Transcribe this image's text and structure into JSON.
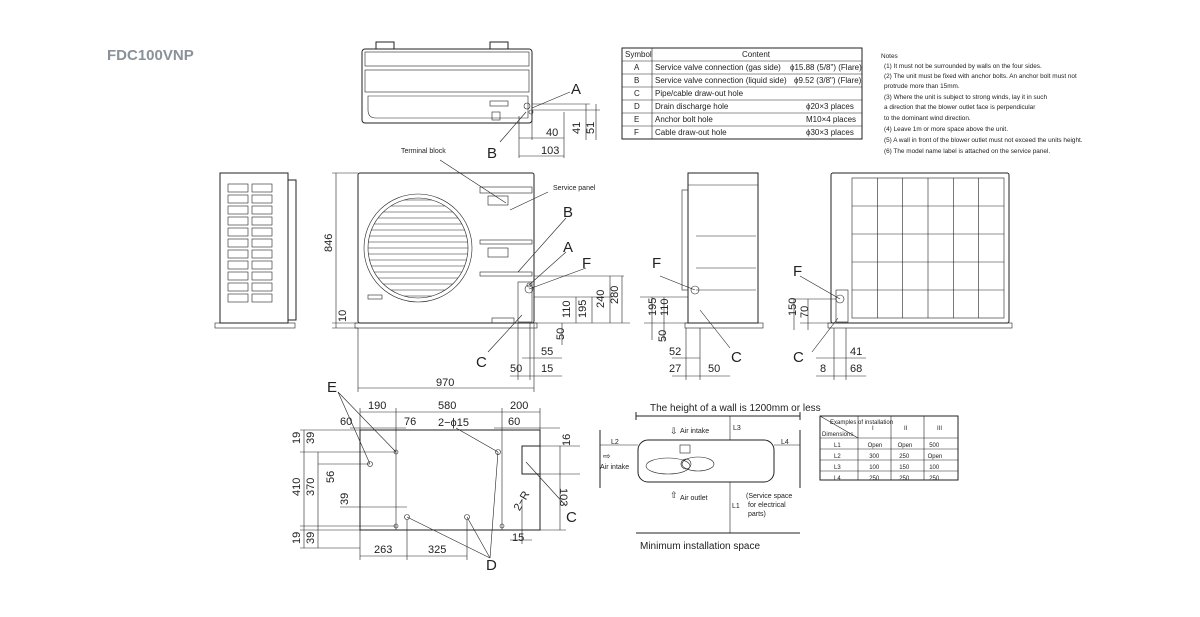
{
  "model": "FDC100VNP",
  "spec_table": {
    "headers": [
      "Symbol",
      "Content"
    ],
    "rows": [
      {
        "symbol": "A",
        "content": "Service valve connection (gas side)",
        "value": "ϕ15.88 (5/8\") (Flare)"
      },
      {
        "symbol": "B",
        "content": "Service valve connection (liquid side)",
        "value": "ϕ9.52 (3/8\") (Flare)"
      },
      {
        "symbol": "C",
        "content": "Pipe/cable draw-out hole",
        "value": ""
      },
      {
        "symbol": "D",
        "content": "Drain discharge hole",
        "value": "ϕ20×3 places"
      },
      {
        "symbol": "E",
        "content": "Anchor bolt hole",
        "value": "M10×4 places"
      },
      {
        "symbol": "F",
        "content": "Cable draw-out hole",
        "value": "ϕ30×3 places"
      }
    ]
  },
  "notes": {
    "title": "Notes",
    "lines": [
      "(1)  It must not be surrounded by walls on the four sides.",
      "(2)  The unit must be fixed with anchor bolts. An anchor bolt must not",
      "       protrude more than 15mm.",
      "(3)  Where the unit is subject to strong winds, lay it in such",
      "       a direction that the blower outlet face is perpendicular",
      "       to the dominant wind direction.",
      "(4)  Leave 1m or more space above the unit.",
      "(5)  A wall in front of the blower outlet must not exceed the units height.",
      "(6)  The model name label is attached on the service panel."
    ]
  },
  "labels": {
    "terminal_block": "Terminal block",
    "service_panel": "Service panel",
    "A": "A",
    "B": "B",
    "C": "C",
    "D": "D",
    "E": "E",
    "F": "F"
  },
  "dims": {
    "top_40": "40",
    "top_41": "41",
    "top_51": "51",
    "top_103": "103",
    "front_846": "846",
    "front_10": "10",
    "front_970": "970",
    "front_110": "110",
    "front_195": "195",
    "front_240": "240",
    "front_280": "280",
    "front_50": "50",
    "front_55": "55",
    "front_50b": "50",
    "front_15": "15",
    "side_195": "195",
    "side_110": "110",
    "side_50": "50",
    "side_52": "52",
    "side_27": "27",
    "side_50b": "50",
    "rear_150": "150",
    "rear_70": "70",
    "rear_41": "41",
    "rear_8": "8",
    "rear_68": "68",
    "base_190": "190",
    "base_580": "580",
    "base_200": "200",
    "base_60": "60",
    "base_76": "76",
    "base_hole": "2−ϕ15",
    "base_60b": "60",
    "base_16": "16",
    "base_19": "19",
    "base_39": "39",
    "base_56": "56",
    "base_410": "410",
    "base_370": "370",
    "base_39b": "39",
    "base_19b": "19",
    "base_39c": "39",
    "base_103": "103",
    "base_2r": "2−R",
    "base_15": "15",
    "base_263": "263",
    "base_325": "325"
  },
  "installation": {
    "wall_note": "The height of a wall is 1200mm or less",
    "air_intake_top": "Air intake",
    "air_intake_left": "Air intake",
    "air_outlet": "Air outlet",
    "service_space": "(Service space\nfor electrical\nparts)",
    "caption": "Minimum installation space",
    "L1": "L1",
    "L2": "L2",
    "L3": "L3",
    "L4": "L4"
  },
  "space_table": {
    "corner_top": "Examples of installation",
    "corner_bottom": "Dimensions",
    "columns": [
      "I",
      "II",
      "III"
    ],
    "rows": [
      {
        "label": "L1",
        "values": [
          "Open",
          "Open",
          "500"
        ]
      },
      {
        "label": "L2",
        "values": [
          "300",
          "250",
          "Open"
        ]
      },
      {
        "label": "L3",
        "values": [
          "100",
          "150",
          "100"
        ]
      },
      {
        "label": "L4",
        "values": [
          "250",
          "250",
          "250"
        ]
      }
    ]
  }
}
